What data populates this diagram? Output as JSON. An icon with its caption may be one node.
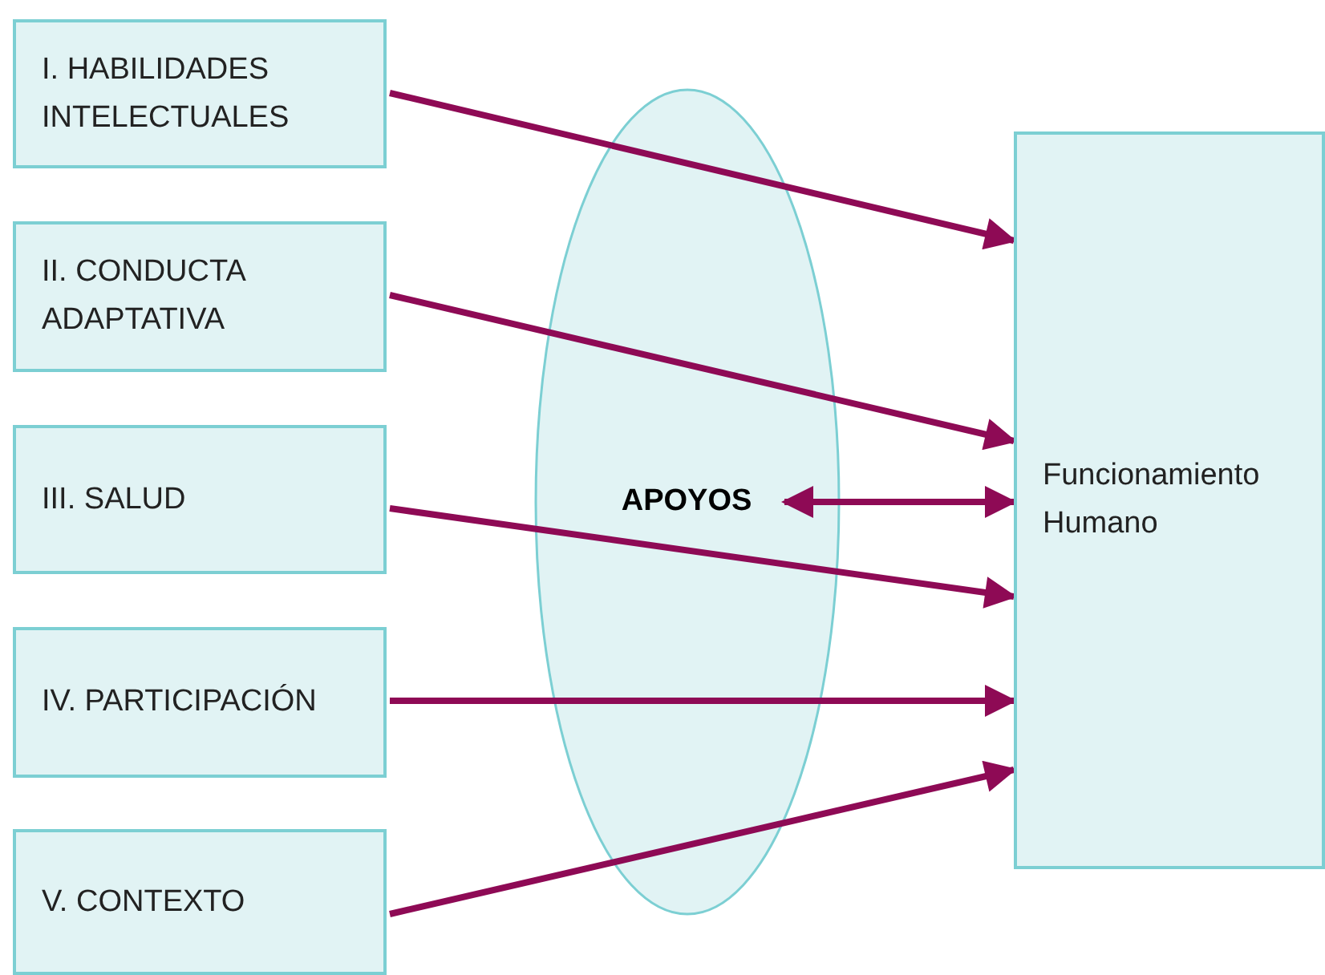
{
  "diagram": {
    "nodes": [
      {
        "text": [
          "I. HABILIDADES INTELECTUALES"
        ]
      },
      {
        "text": [
          "II. CONDUCTA ADAPTATIVA"
        ]
      },
      {
        "text": [
          "III. SALUD"
        ]
      },
      {
        "text": [
          "IV. PARTICIPACIÓN"
        ]
      },
      {
        "text": [
          "V. CONTEXTO"
        ]
      },
      {
        "text": [
          "APOYOS"
        ]
      },
      {
        "text": [
          "Funcionamiento Humano"
        ]
      }
    ],
    "edges": [
      {
        "from": 0,
        "to": 6,
        "arrow": "to"
      },
      {
        "from": 1,
        "to": 6,
        "arrow": "to"
      },
      {
        "from": 2,
        "to": 6,
        "arrow": "to"
      },
      {
        "from": 3,
        "to": 6,
        "arrow": "to"
      },
      {
        "from": 4,
        "to": 6,
        "arrow": "to"
      },
      {
        "from": 5,
        "to": 6,
        "arrow": "both"
      }
    ]
  }
}
